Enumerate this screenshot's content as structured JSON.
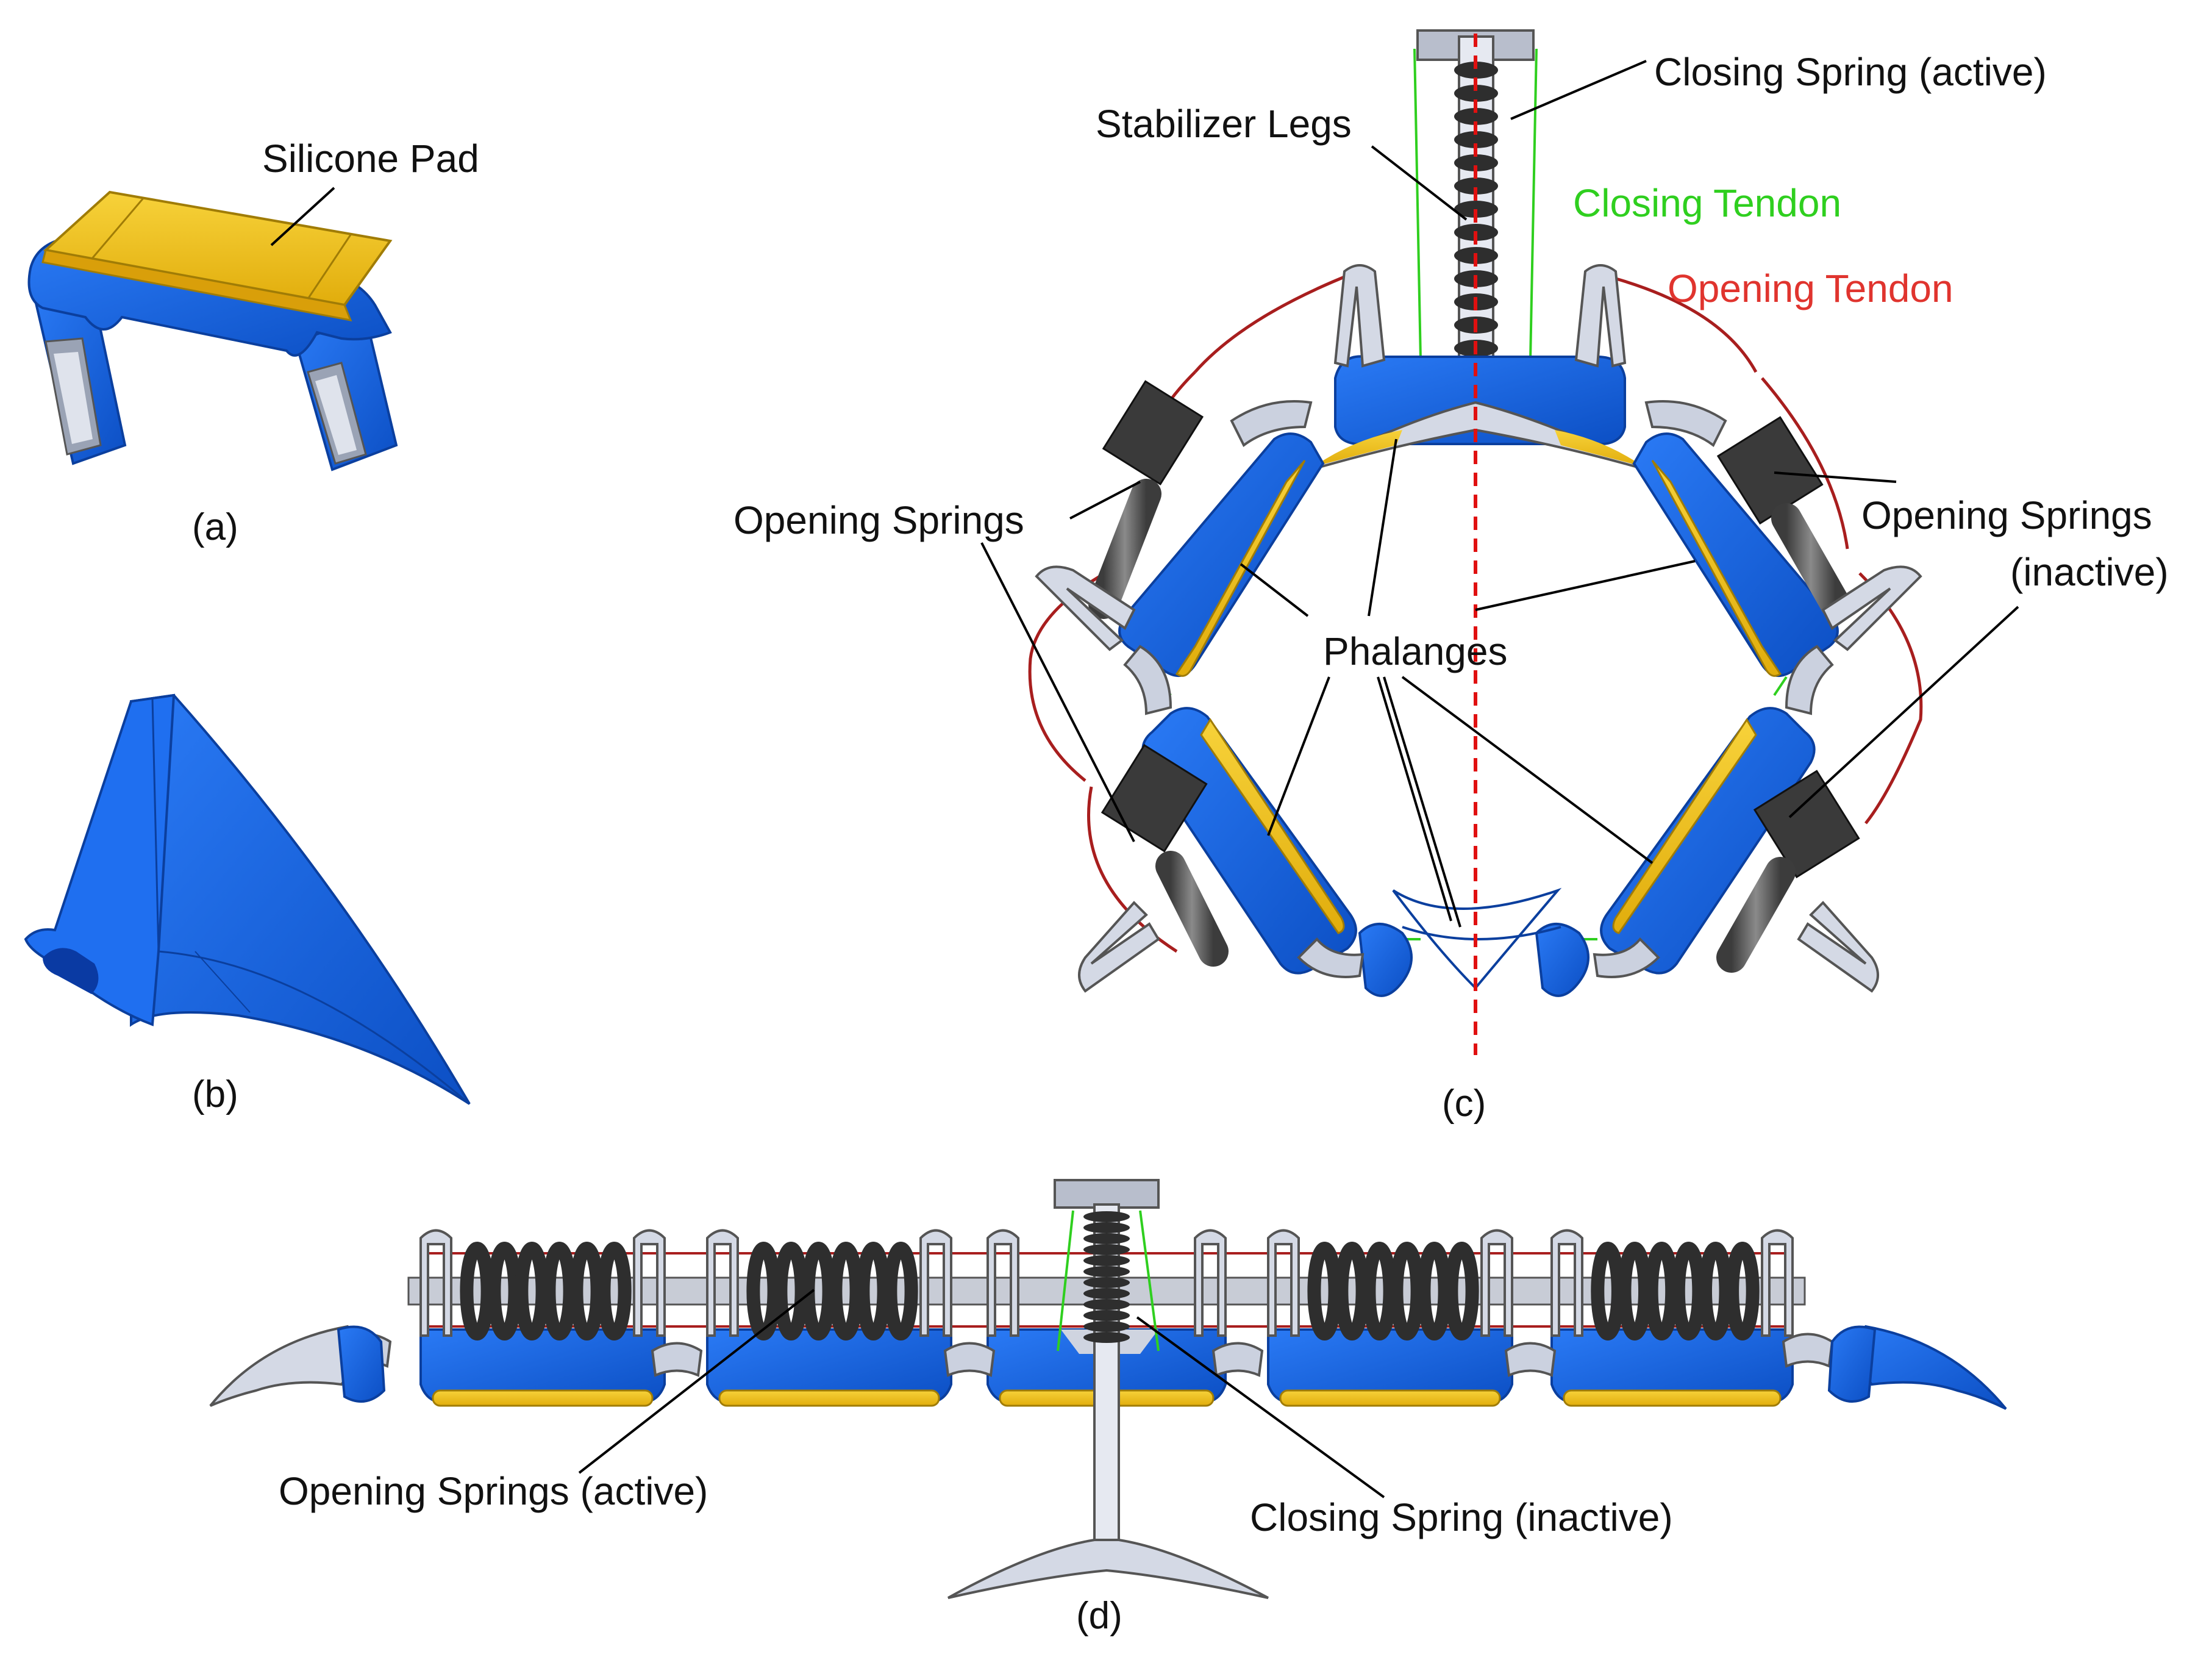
{
  "colors": {
    "part_blue": "#1565e6",
    "part_blue_dark": "#0b3f9e",
    "pad_yellow": "#f0c015",
    "pad_yellow_dark": "#b8900a",
    "grey_part": "#c9cfdf",
    "grey_part_dark": "#6c7385",
    "spring_dark": "#333333",
    "rod_grey": "#5a5a5a",
    "closing_tendon": "#2fcf1f",
    "opening_tendon": "#e0342e",
    "opening_tendon_wire": "#a81e1e",
    "centerline": "#e01010",
    "leader_line": "#000000"
  },
  "panel_a": {
    "caption": "(a)",
    "silicone_pad_label": "Silicone Pad"
  },
  "panel_b": {
    "caption": "(b)"
  },
  "panel_c": {
    "caption": "(c)",
    "closing_spring_label": "Closing Spring (active)",
    "stabilizer_legs_label": "Stabilizer Legs",
    "closing_tendon_label": "Closing Tendon",
    "opening_tendon_label": "Opening Tendon",
    "opening_springs_left_label": "Opening Springs",
    "opening_springs_right_label_line1": "Opening Springs",
    "opening_springs_right_label_line2": "(inactive)",
    "phalanges_label": "Phalanges"
  },
  "panel_d": {
    "caption": "(d)",
    "opening_springs_label": "Opening Springs (active)",
    "closing_spring_label": "Closing Spring (inactive)"
  }
}
